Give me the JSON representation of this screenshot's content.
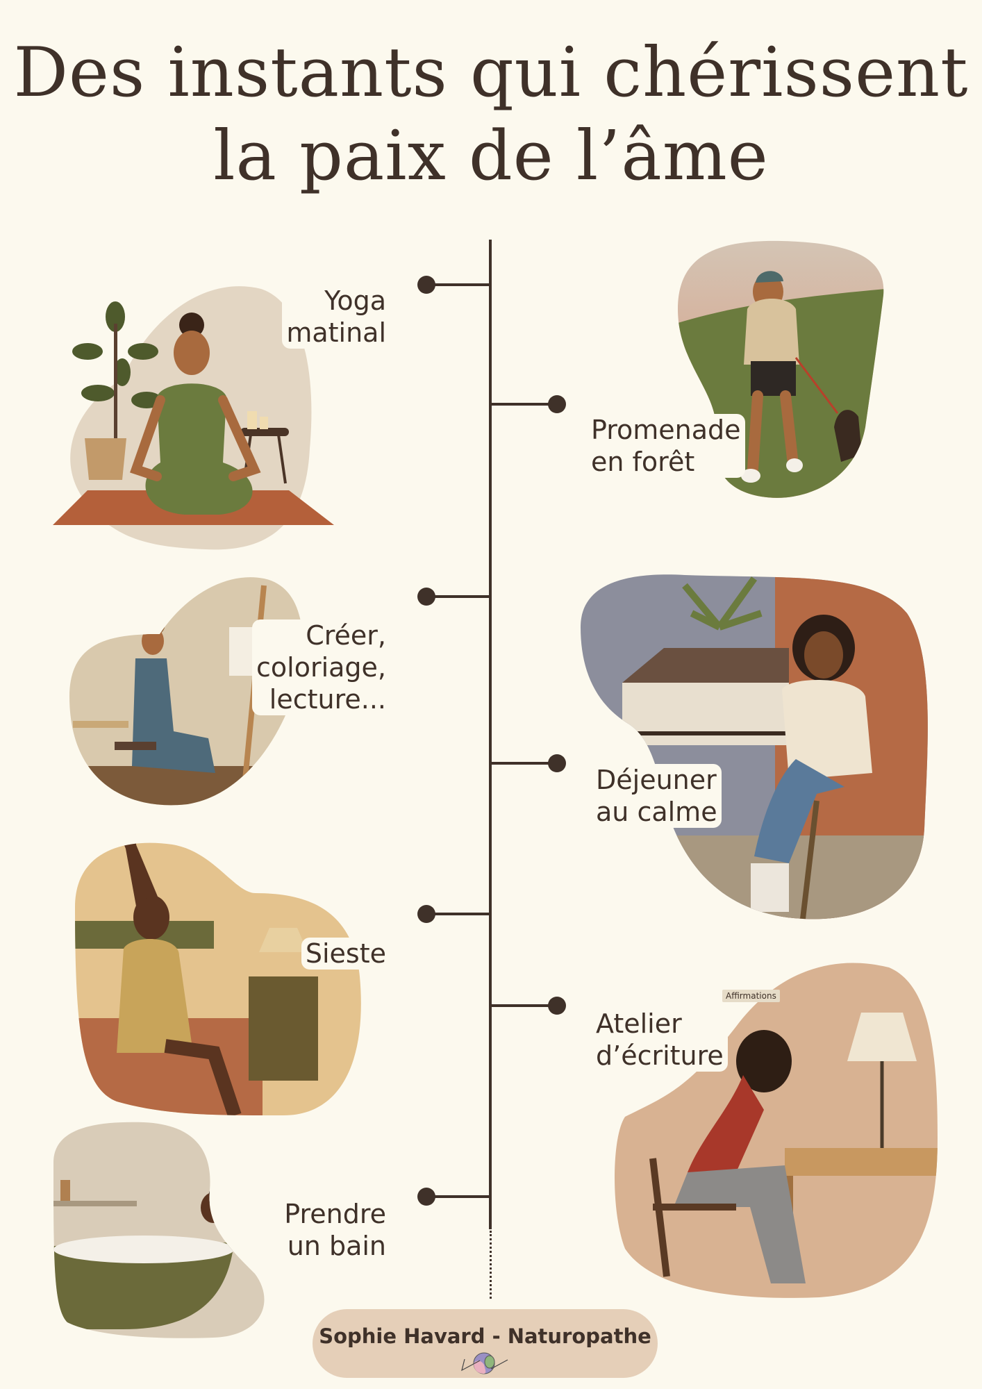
{
  "title": {
    "line1": "Des instants qui chérissent",
    "line2": "la paix de l’âme"
  },
  "moments": {
    "yoga": {
      "line1": "Yoga",
      "line2": "matinal"
    },
    "promenade": {
      "line1": "Promenade",
      "line2": "en forêt"
    },
    "creer": {
      "line1": "Créer,",
      "line2": "coloriage,",
      "line3": "lecture..."
    },
    "dejeuner": {
      "line1": "Déjeuner",
      "line2": "au calme"
    },
    "sieste": {
      "line1": "Sieste"
    },
    "atelier": {
      "line1": "Atelier",
      "line2": "d’écriture",
      "note": "Affirmations"
    },
    "bain": {
      "line1": "Prendre",
      "line2": "un bain"
    }
  },
  "footer": {
    "name": "Sophie Havard - Naturopathe"
  },
  "colors": {
    "background": "#fcf9ee",
    "ink": "#3f3129",
    "footer_bg": "#e5cfb8"
  }
}
